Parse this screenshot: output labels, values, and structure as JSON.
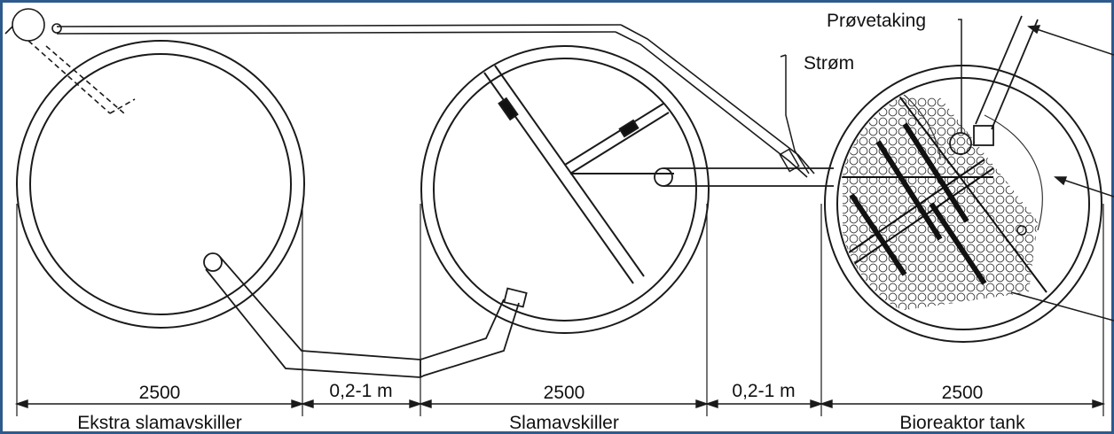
{
  "labels": {
    "sampling": "Prøvetaking",
    "power": "Strøm"
  },
  "dimensions": {
    "d1": "2500",
    "gap1": "0,2-1 m",
    "d2": "2500",
    "gap2": "0,2-1 m",
    "d3": "2500"
  },
  "captions": {
    "tank1": "Ekstra slamavskiller",
    "tank2": "Slamavskiller",
    "tank3": "Bioreaktor tank"
  },
  "colors": {
    "frame": "#2e5a8c",
    "line": "#1a1a1a"
  }
}
